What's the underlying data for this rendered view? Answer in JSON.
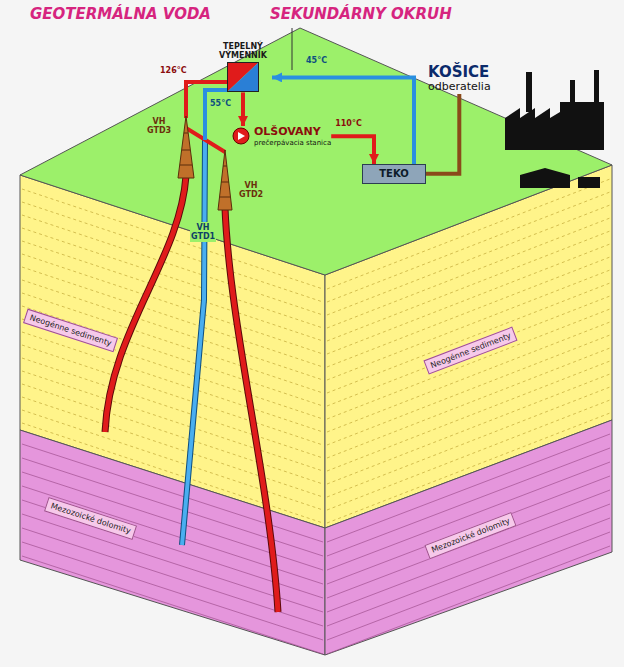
{
  "diagram": {
    "nodes": [
      {
        "text": [
          "TEPELNÝ VÝMENNÍK"
        ]
      },
      {
        "text": [
          "OLŠOVANY",
          "prečerpávacia stanica"
        ]
      },
      {
        "text": [
          "TEKO"
        ]
      },
      {
        "text": [
          "KOŠICE",
          "odberatelia"
        ]
      }
    ],
    "edges": [
      {
        "from": 0,
        "to": 1,
        "arrow": "to"
      },
      {
        "from": 1,
        "to": 2,
        "arrow": "to"
      },
      {
        "from": 2,
        "to": 0,
        "arrow": "to"
      },
      {
        "from": 2,
        "to": 3,
        "arrow": "none"
      }
    ],
    "labels": [
      "GEOTERMÁLNA VODA",
      "SEKUNDÁRNY OKRUH",
      "126°C",
      "55°C",
      "45°C",
      "110°C",
      "VH GTD3",
      "VH GTD1",
      "VH GTD2",
      "Neogénne sedimenty",
      "Mezozoické dolomity",
      "Neogénne sedimenty",
      "Mezozoické dolomity"
    ]
  }
}
